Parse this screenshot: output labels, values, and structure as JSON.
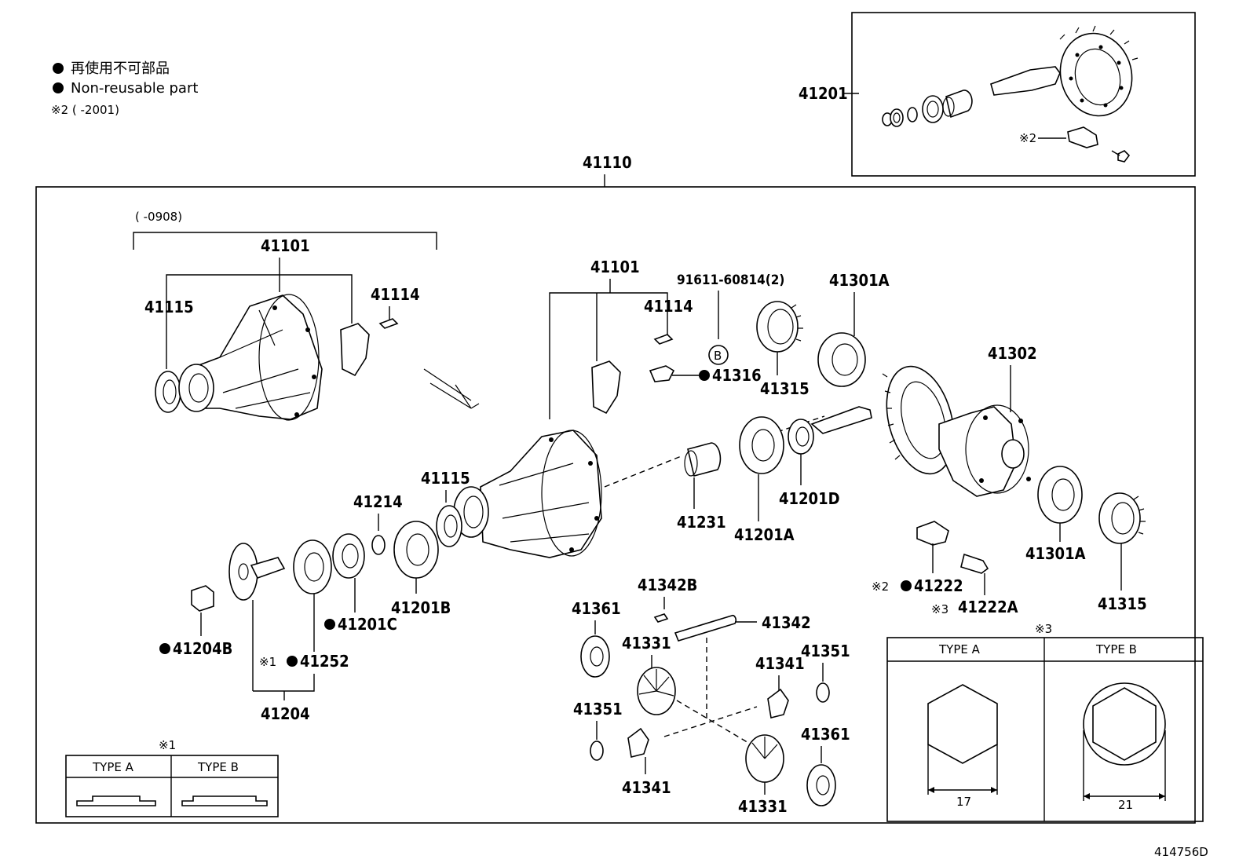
{
  "legend": {
    "line1": "再使用不可部品",
    "line2": "Non-reusable part",
    "line3": "※2 (     -2001)"
  },
  "diagram_id": "414756D",
  "labels": {
    "l41110": "41110",
    "l41201_top": "41201",
    "l_note2_top": "※2",
    "l_range_0908": "(      -0908)",
    "l41101_left": "41101",
    "l41115_left": "41115",
    "l41114_left": "41114",
    "l41101_mid": "41101",
    "l41114_mid": "41114",
    "l91611": "91611-60814(2)",
    "l_B": "B",
    "l41316": "41316",
    "l41315_top": "41315",
    "l41301A_top": "41301A",
    "l41302": "41302",
    "l41201D": "41201D",
    "l41201A": "41201A",
    "l41231": "41231",
    "l41115_mid": "41115",
    "l41214": "41214",
    "l41201B": "41201B",
    "l41201C": "41201C",
    "l41204B": "41204B",
    "l41252": "41252",
    "l_note1_41252": "※1",
    "l41204": "41204",
    "l41301A_bot": "41301A",
    "l41315_bot": "41315",
    "l41222": "41222",
    "l_note2_41222": "※2",
    "l41222A": "41222A",
    "l_note3_41222A": "※3",
    "l41342B": "41342B",
    "l41342": "41342",
    "l41361_left": "41361",
    "l41331_top": "41331",
    "l41341_right": "41341",
    "l41351_right": "41351",
    "l41351_left": "41351",
    "l41341_bot": "41341",
    "l41331_bot": "41331",
    "l41361_right": "41361"
  },
  "type_box_1": {
    "mark": "※1",
    "type_a": "TYPE A",
    "type_b": "TYPE B"
  },
  "type_box_3": {
    "mark": "※3",
    "type_a": "TYPE A",
    "type_b": "TYPE B",
    "dim_a": "17",
    "dim_b": "21"
  }
}
